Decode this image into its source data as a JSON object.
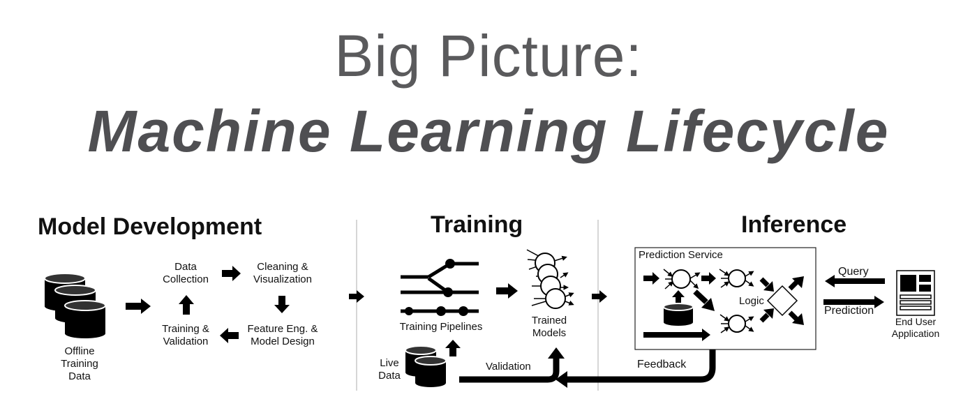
{
  "title": {
    "line1": "Big Picture:",
    "line2": "Machine Learning Lifecycle"
  },
  "sections": {
    "model_development": "Model Development",
    "training": "Training",
    "inference": "Inference"
  },
  "model_development": {
    "offline_data": "Offline\nTraining\nData",
    "data_collection": "Data\nCollection",
    "cleaning": "Cleaning &\nVisualization",
    "feature_eng": "Feature Eng. &\nModel Design",
    "training_validation": "Training &\nValidation"
  },
  "training": {
    "pipelines": "Training Pipelines",
    "trained_models": "Trained\nModels",
    "live_data": "Live\nData",
    "validation": "Validation"
  },
  "inference": {
    "prediction_service": "Prediction Service",
    "logic": "Logic",
    "query": "Query",
    "prediction": "Prediction",
    "end_user": "End User\nApplication",
    "feedback": "Feedback"
  }
}
